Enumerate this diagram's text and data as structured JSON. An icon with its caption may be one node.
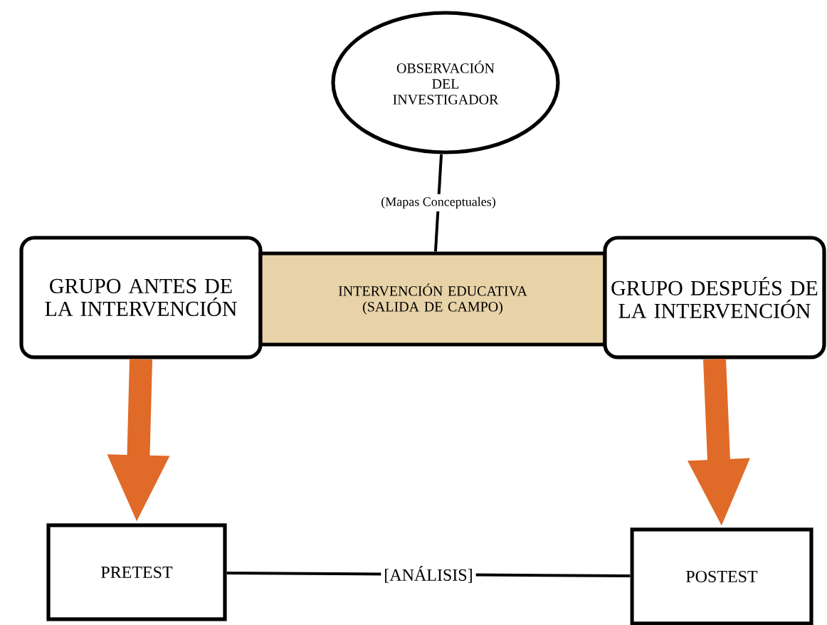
{
  "diagram": {
    "nodes": [
      {
        "text": [
          "OBSERVACIÓN DEL INVESTIGADOR"
        ]
      },
      {
        "text": [
          "GRUPO ANTES DE LA INTERVENCIÓN"
        ]
      },
      {
        "text": [
          "INTERVENCIÓN EDUCATIVA (SALIDA DE CAMPO)"
        ]
      },
      {
        "text": [
          "GRUPO DESPUÉS DE LA INTERVENCIÓN"
        ]
      },
      {
        "text": [
          "PRETEST"
        ]
      },
      {
        "text": [
          "POSTEST"
        ]
      }
    ],
    "edges": [
      {
        "from": 0,
        "to": 2,
        "arrow": "none",
        "label": "(Mapas Conceptuales)"
      },
      {
        "from": 1,
        "to": 4,
        "arrow": "to",
        "style": "thick",
        "color": "#e06a27"
      },
      {
        "from": 3,
        "to": 5,
        "arrow": "to",
        "style": "thick",
        "color": "#e06a27"
      },
      {
        "from": 4,
        "to": 5,
        "arrow": "none",
        "label": "[ANÁLISIS]"
      }
    ]
  }
}
